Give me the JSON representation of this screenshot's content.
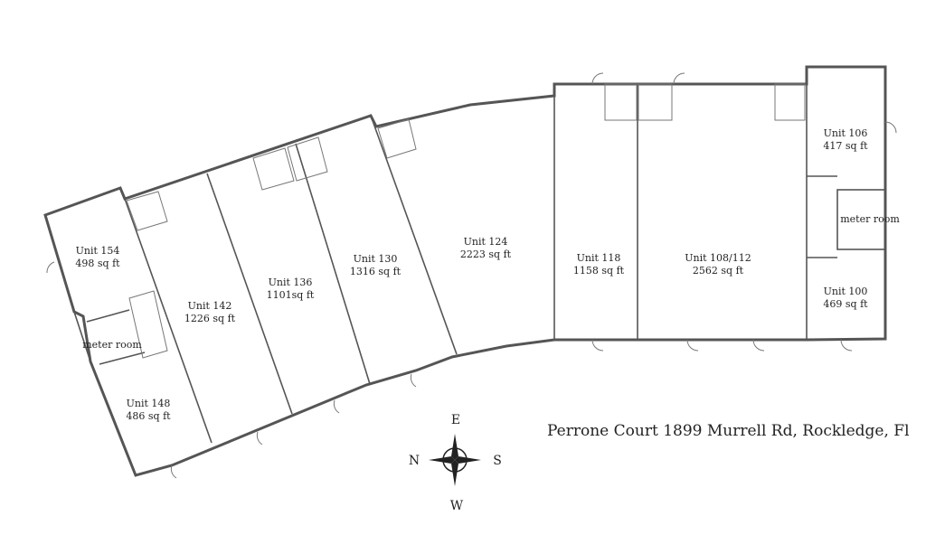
{
  "title": "Perrone Court 1899 Murrell Rd, Rockledge, Fl",
  "units": [
    {
      "name": "Unit 154",
      "area": "498 sq ft"
    },
    {
      "name": "Unit 148",
      "area": "486 sq ft"
    },
    {
      "name": "Unit 142",
      "area": "1226 sq ft"
    },
    {
      "name": "Unit 136",
      "area": "1101sq ft"
    },
    {
      "name": "Unit 130",
      "area": "1316 sq ft"
    },
    {
      "name": "Unit 124",
      "area": "2223 sq ft"
    },
    {
      "name": "Unit 118",
      "area": "1158 sq ft"
    },
    {
      "name": "Unit 108/112",
      "area": "2562 sq ft"
    },
    {
      "name": "Unit 106",
      "area": "417 sq ft"
    },
    {
      "name": "Unit 100",
      "area": "469 sq ft"
    }
  ],
  "meter_rooms": [
    "meter room",
    "meter room"
  ],
  "compass": {
    "n": "N",
    "s": "S",
    "e": "E",
    "w": "W"
  }
}
